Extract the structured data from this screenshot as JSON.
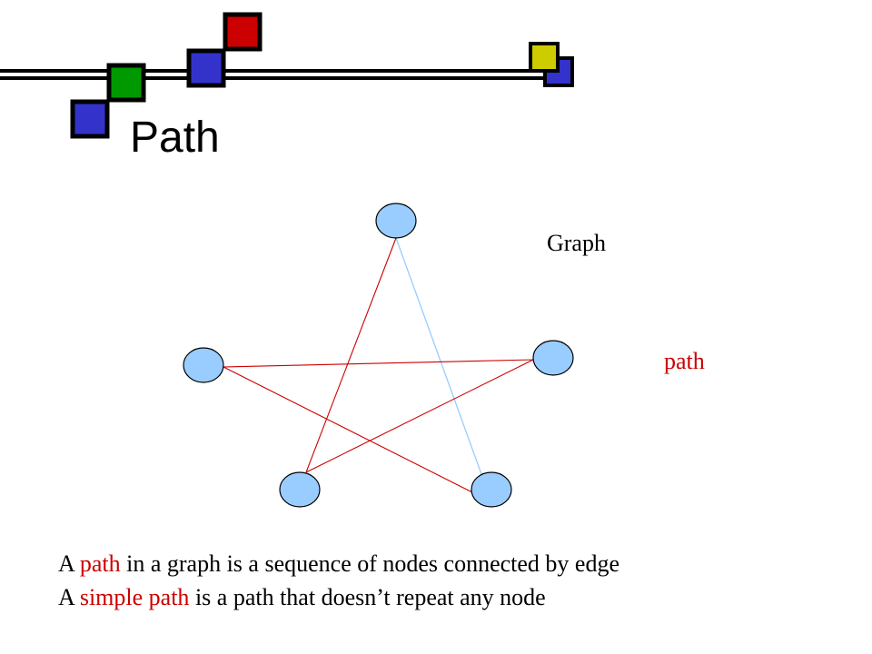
{
  "slide": {
    "title": "Path"
  },
  "colors": {
    "accent_red": "#cc0000",
    "node_fill": "#99ccff",
    "graph_edge": "#99ccff",
    "path_edge": "#cc0000",
    "deco_blue": "#3333cc",
    "deco_green": "#009900",
    "deco_red": "#cc0000",
    "deco_yellow": "#cccc00"
  },
  "diagram": {
    "label_graph": "Graph",
    "label_path": "path",
    "nodes": [
      "top",
      "right",
      "bottom-right",
      "bottom-left",
      "left"
    ],
    "edges": [
      {
        "from": "top",
        "to": "bottom-right",
        "kind": "graph"
      },
      {
        "from": "top",
        "to": "bottom-left",
        "kind": "path"
      },
      {
        "from": "bottom-left",
        "to": "right",
        "kind": "path"
      },
      {
        "from": "right",
        "to": "left",
        "kind": "path"
      },
      {
        "from": "left",
        "to": "bottom-right",
        "kind": "path"
      }
    ]
  },
  "body": {
    "line1": {
      "a": "A",
      "path": "path",
      "rest": "in a graph is a sequence of nodes connected by edge"
    },
    "line2": {
      "a": "A",
      "simple_path": "simple path",
      "rest": "is a path that doesn’t repeat any node"
    }
  }
}
